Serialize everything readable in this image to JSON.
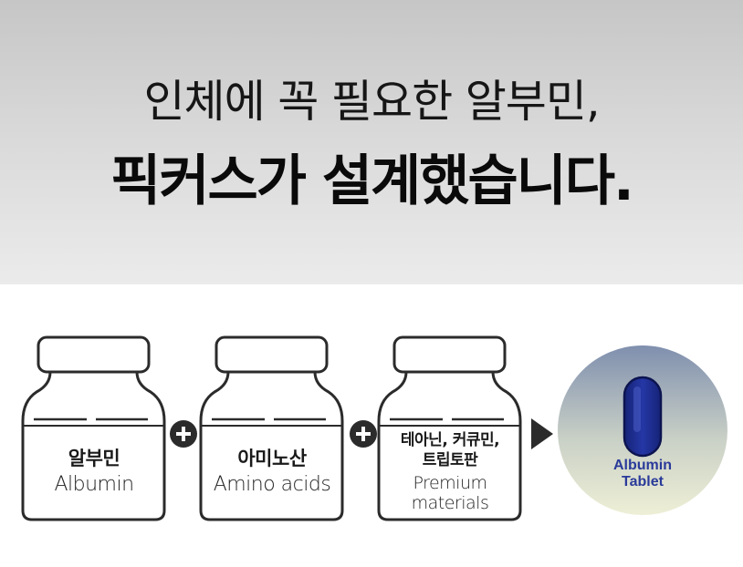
{
  "headline": {
    "line1": "인체에 꼭 필요한 알부민,",
    "line2": "픽커스가 설계했습니다."
  },
  "ingredients": [
    {
      "korean": "알부민",
      "english": "Albumin"
    },
    {
      "korean": "아미노산",
      "english": "Amino acids"
    },
    {
      "korean_line1": "테아닌, 커큐민,",
      "korean_line2": "트립토판",
      "english_line1": "Premium",
      "english_line2": "materials"
    }
  ],
  "result": {
    "line1": "Albumin",
    "line2": "Tablet"
  },
  "operators": [
    "plus-icon",
    "plus-icon",
    "arrow-right-icon"
  ],
  "colors": {
    "text": "#111111",
    "jar_outline": "#2b2b2b",
    "circle_top": "#7f8fae",
    "circle_bottom": "#eeefd6",
    "capsule": "#1f2f8e",
    "result_text": "#2a3a9a"
  }
}
